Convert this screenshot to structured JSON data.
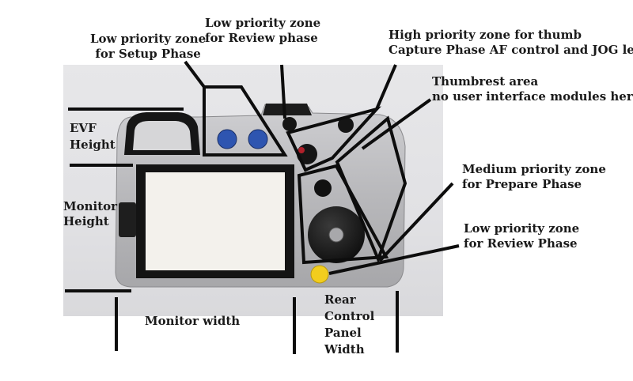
{
  "annotations": {
    "low_setup": {
      "line1": "Low priority zone",
      "line2": "for Setup Phase"
    },
    "low_review_top": {
      "line1": "Low priority zone",
      "line2": "for Review phase"
    },
    "high_thumb": {
      "line1": "High priority zone for thumb",
      "line2": "Capture Phase AF control and JOG lever"
    },
    "thumbrest": {
      "line1": "Thumbrest area",
      "line2": "no user interface modules here"
    },
    "medium_prepare": {
      "line1": "Medium priority zone",
      "line2": "for Prepare Phase"
    },
    "low_review_bottom": {
      "line1": "Low priority zone",
      "line2": "for Review Phase"
    },
    "evf": {
      "line1": "EVF",
      "line2": "Height"
    },
    "monitor_height": {
      "line1": "Monitor",
      "line2": "Height"
    },
    "monitor_width": {
      "line1": "Monitor width"
    },
    "rear_panel": {
      "line1": "Rear",
      "line2": "Control",
      "line3": "Panel",
      "line4": "Width"
    }
  },
  "colors": {
    "outline": "#0d0d0d",
    "camera_body": "#b9b9bc",
    "screen": "#f3f1ec",
    "blue_button": "#2e55b0",
    "yellow_button": "#f2cd1e",
    "red_button": "#b0202a"
  }
}
